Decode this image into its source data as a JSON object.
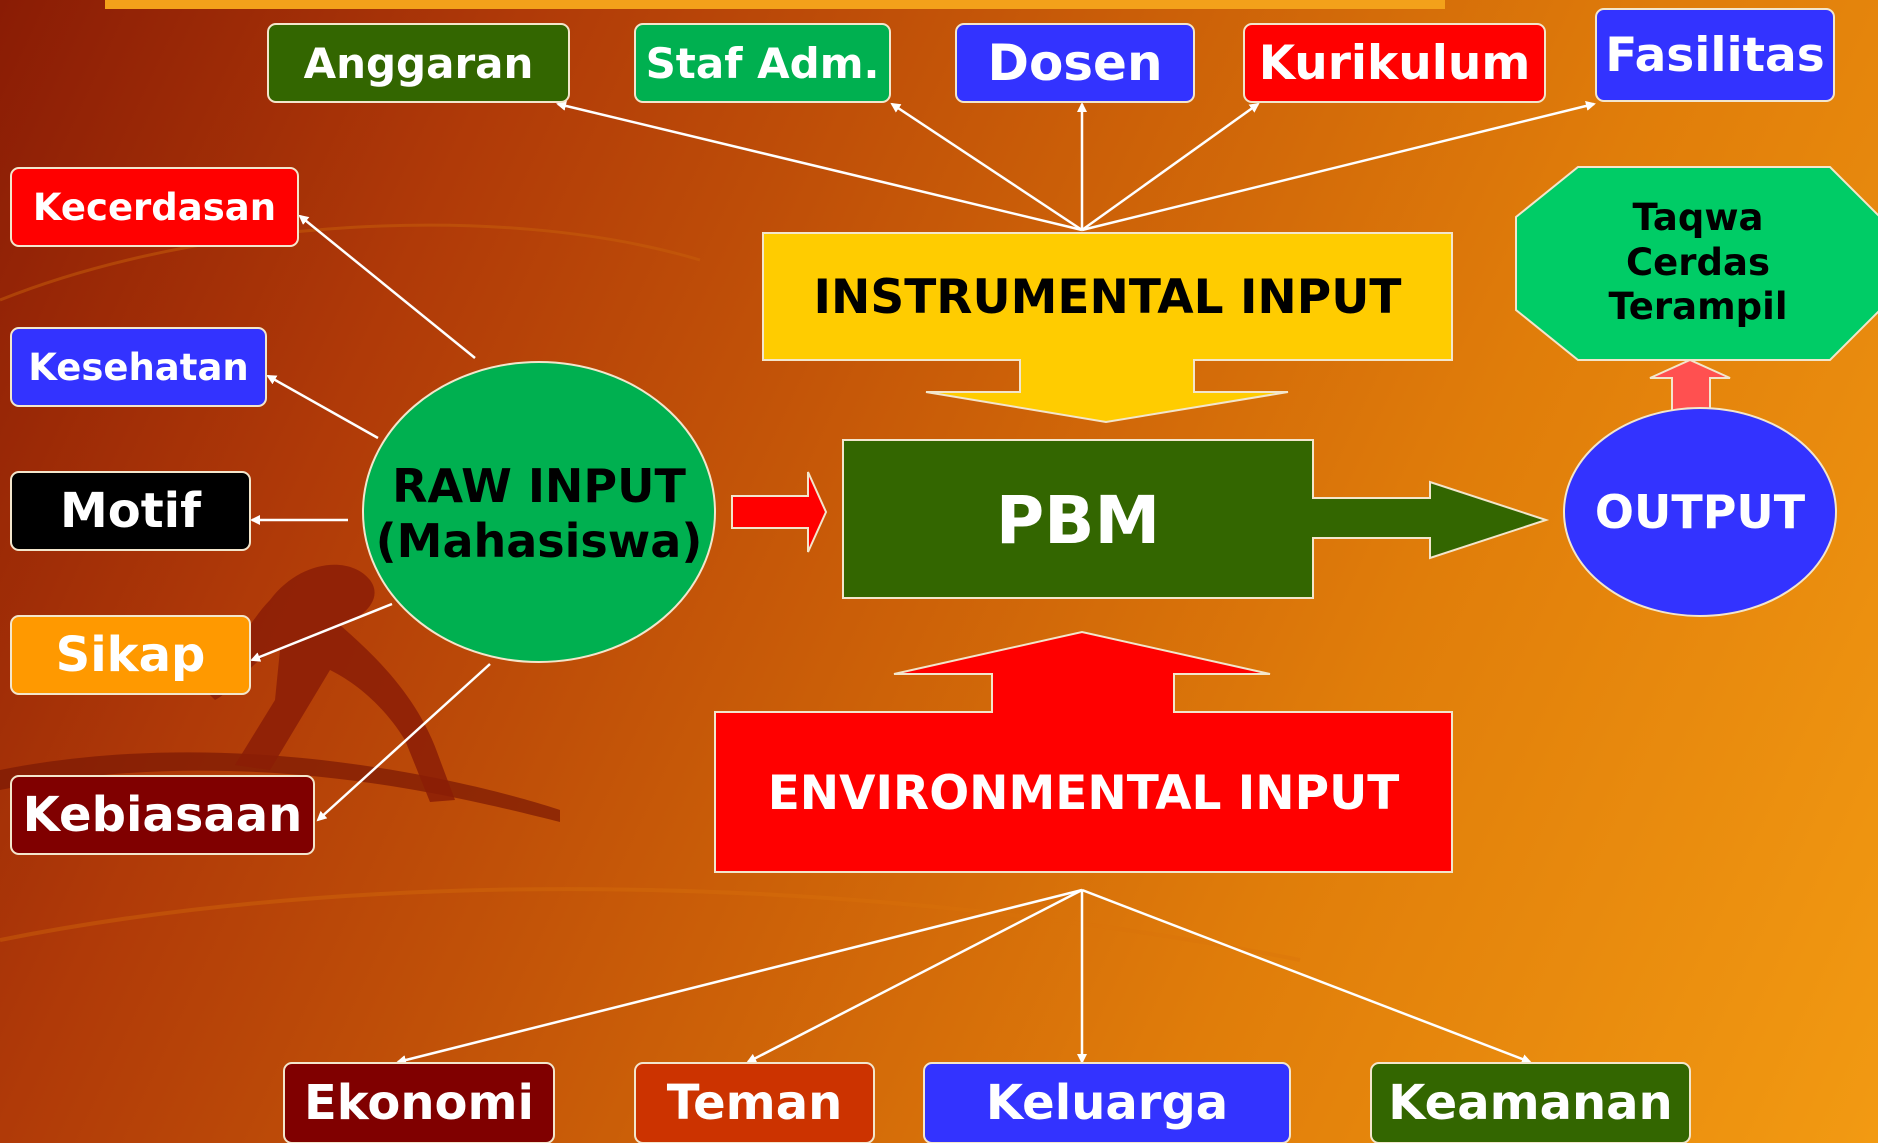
{
  "top_items": {
    "anggaran": "Anggaran",
    "staf_adm": "Staf Adm.",
    "dosen": "Dosen",
    "kurikulum": "Kurikulum",
    "fasilitas": "Fasilitas"
  },
  "left_items": {
    "kecerdasan": "Kecerdasan",
    "kesehatan": "Kesehatan",
    "motif": "Motif",
    "sikap": "Sikap",
    "kebiasaan": "Kebiasaan"
  },
  "bottom_items": {
    "ekonomi": "Ekonomi",
    "teman": "Teman",
    "keluarga": "Keluarga",
    "keamanan": "Keamanan"
  },
  "raw_input": {
    "line1": "RAW INPUT",
    "line2": "(Mahasiswa)"
  },
  "instrumental_input": "INSTRUMENTAL INPUT",
  "environmental_input": "ENVIRONMENTAL INPUT",
  "pbm": "PBM",
  "output": "OUTPUT",
  "output_goals": {
    "line1": "Taqwa",
    "line2": "Cerdas",
    "line3": "Terampil"
  },
  "colors": {
    "dark_green": "#336600",
    "green": "#00b050",
    "bright_green": "#00cc66",
    "blue": "#3333ff",
    "red": "#ff0000",
    "black": "#000000",
    "orange": "#ff9900",
    "maroon": "#800000",
    "brick": "#cc3300",
    "yellow": "#ffcc00",
    "pink_arrow": "#ff5050"
  }
}
